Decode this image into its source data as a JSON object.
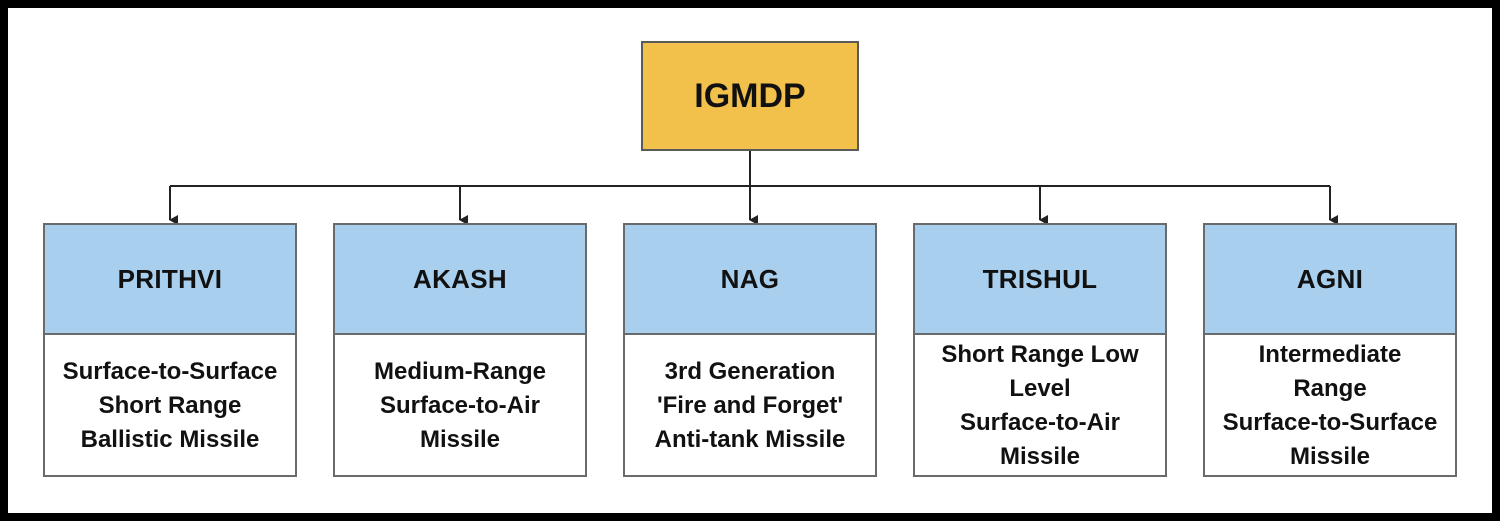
{
  "root": {
    "label": "IGMDP"
  },
  "children": [
    {
      "name": "PRITHVI",
      "description": "Surface-to-Surface\nShort Range\nBallistic Missile"
    },
    {
      "name": "AKASH",
      "description": "Medium-Range\nSurface-to-Air\nMissile"
    },
    {
      "name": "NAG",
      "description": "3rd Generation\n'Fire and Forget'\nAnti-tank Missile"
    },
    {
      "name": "TRISHUL",
      "description": "Short Range Low\nLevel\nSurface-to-Air\nMissile"
    },
    {
      "name": "AGNI",
      "description": "Intermediate\nRange\nSurface-to-Surface\nMissile"
    }
  ],
  "colors": {
    "root_fill": "#f2c14b",
    "child_header_fill": "#a9cfee",
    "background": "#ffffff",
    "frame": "#000000"
  }
}
